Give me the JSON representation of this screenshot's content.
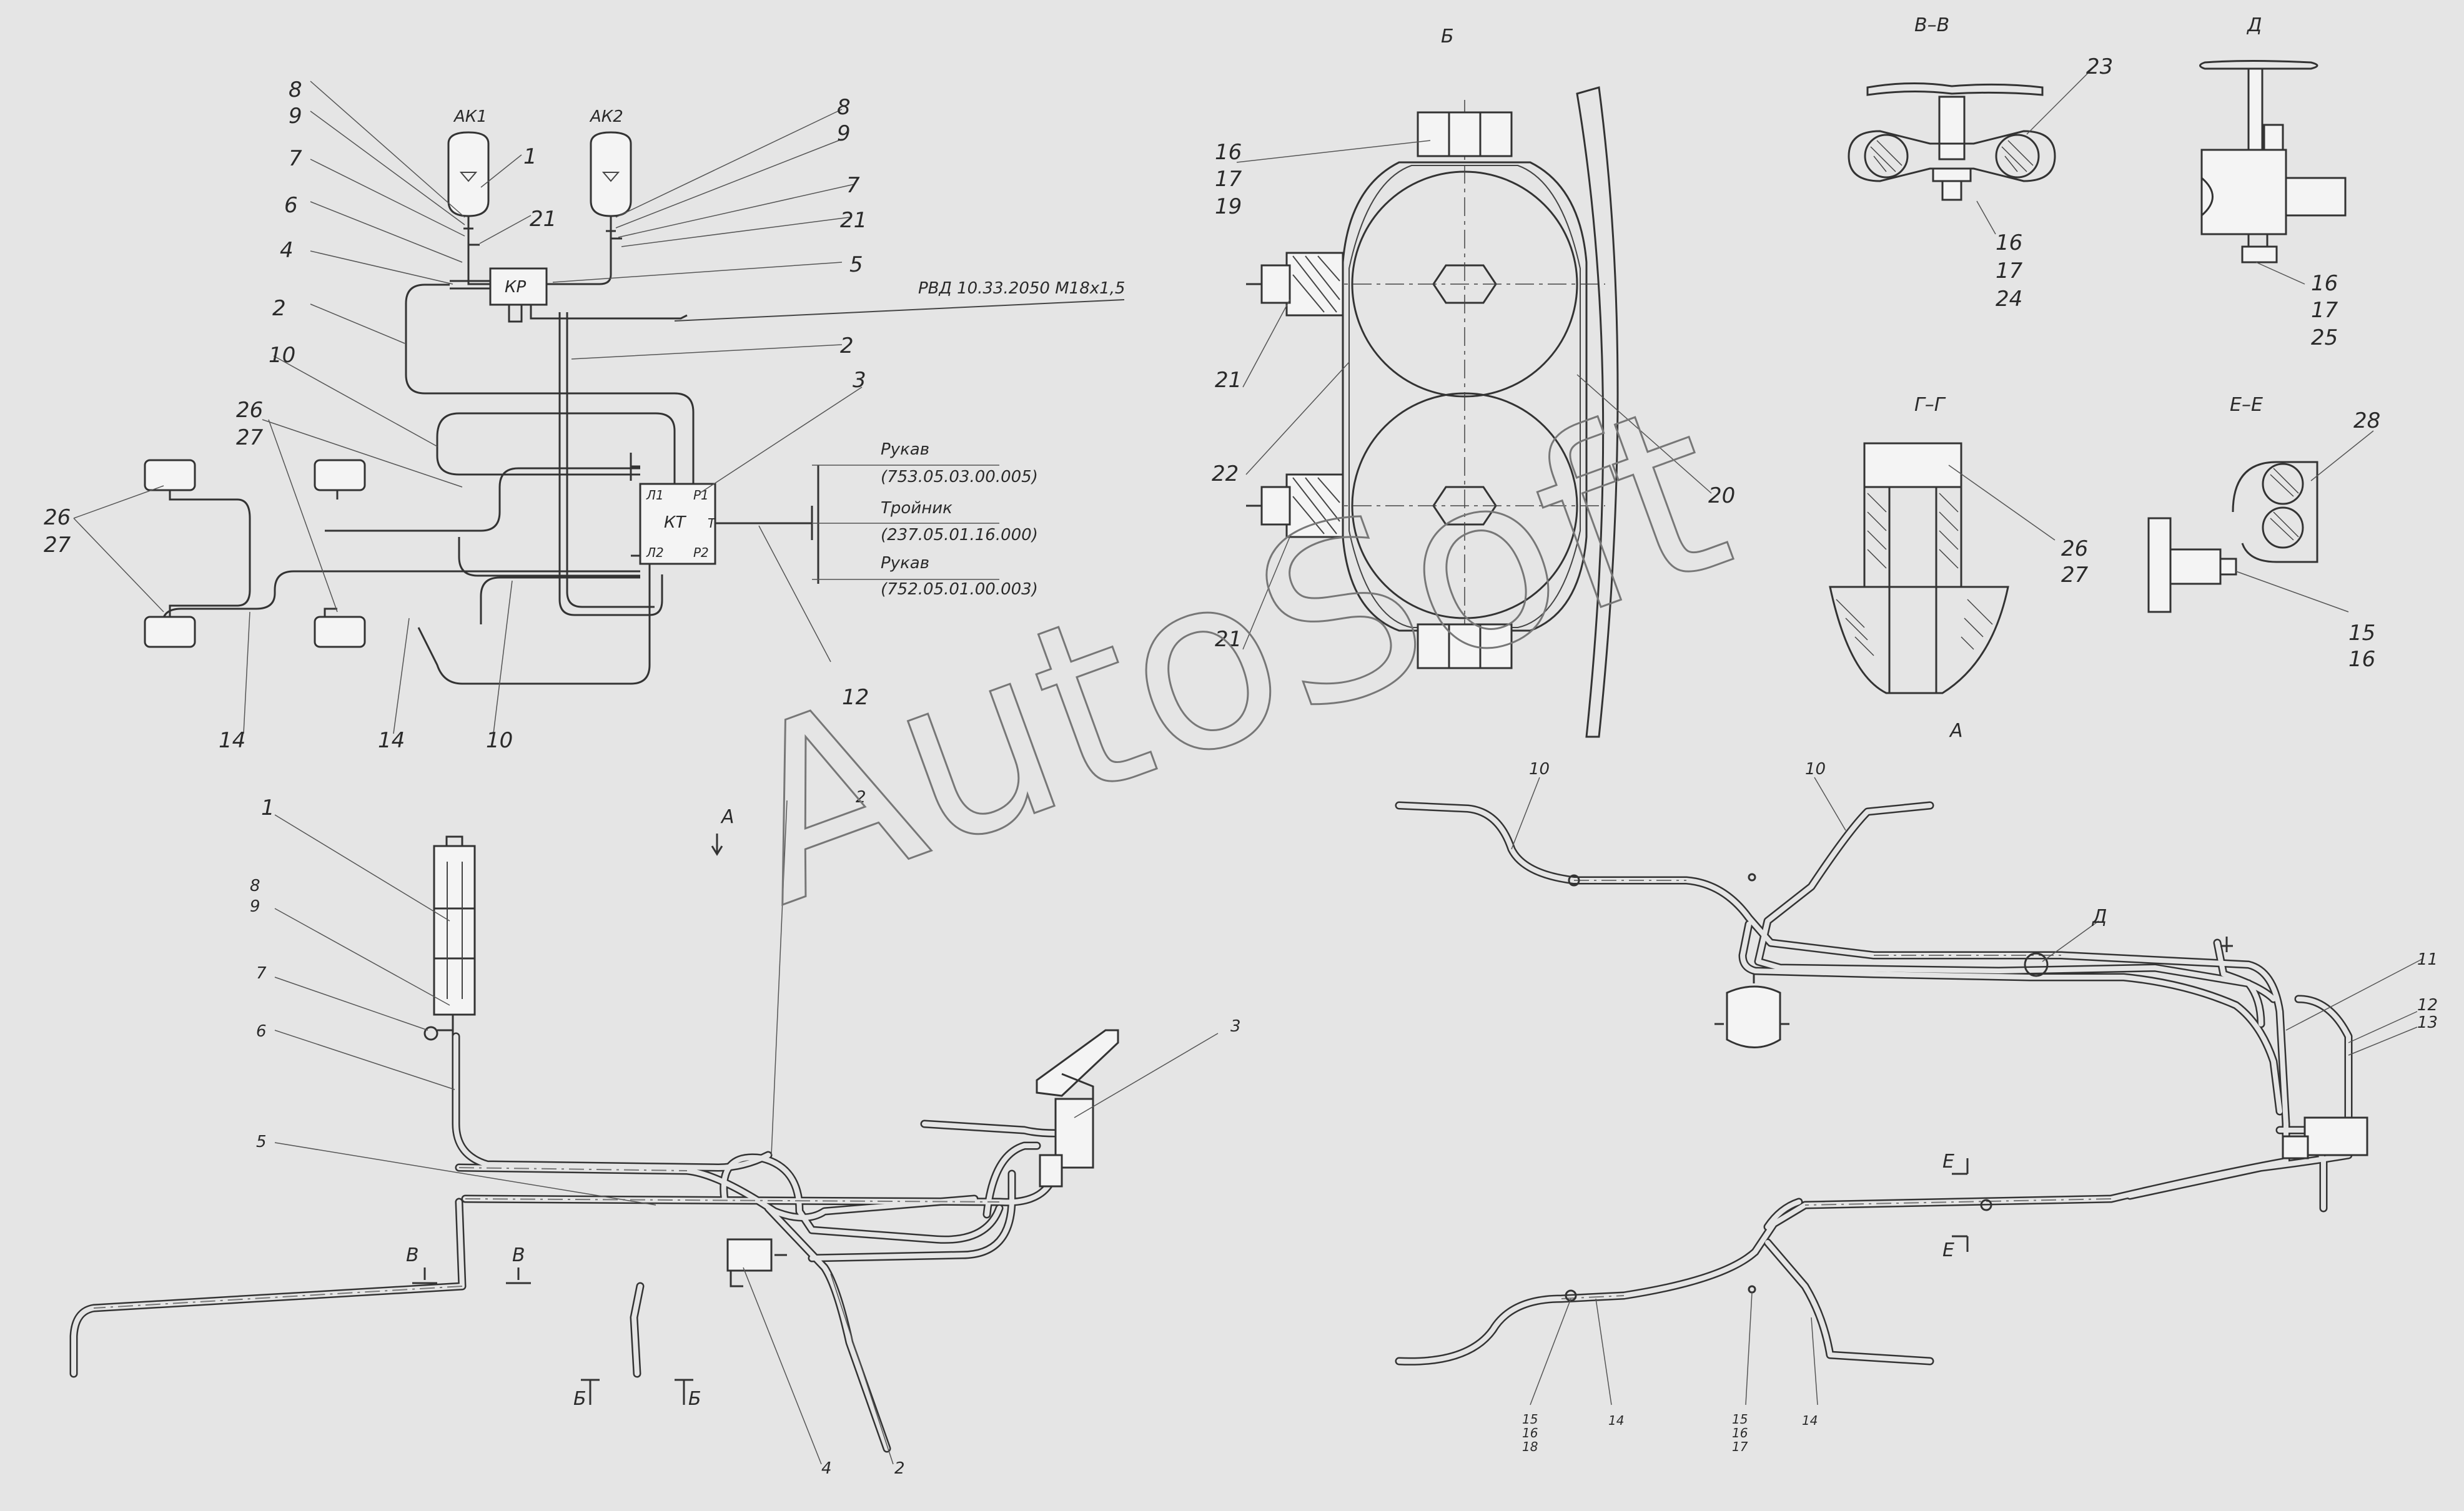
{
  "schema": {
    "accumulators": [
      "АК1",
      "АК2"
    ],
    "valve_kr": "КР",
    "valve_kt": "КТ",
    "kt_ports": [
      "Л1",
      "Р1",
      "Т",
      "Л2",
      "Р2"
    ],
    "rvd_label": "РВД 10.33.2050 М18х1,5",
    "callouts": [
      {
        "label": "Рукав",
        "code": "(753.05.03.00.005)"
      },
      {
        "label": "Тройник",
        "code": "(237.05.01.16.000)"
      },
      {
        "label": "Рукав",
        "code": "(752.05.01.00.003)"
      }
    ],
    "leaders": {
      "ak1_8": "8",
      "ak1_9": "9",
      "ak1_7": "7",
      "ak1_6": "6",
      "ak1_4": "4",
      "ak1_2": "2",
      "ak1_1": "1",
      "ak1_21": "21",
      "ak2_8": "8",
      "ak2_9": "9",
      "ak2_7": "7",
      "ak2_21": "21",
      "n5": "5",
      "n2b": "2",
      "n10": "10",
      "n26": "26",
      "n27": "27",
      "l26": "26",
      "l27": "27",
      "n3": "3",
      "n12": "12",
      "n14a": "14",
      "n14b": "14",
      "n10b": "10"
    }
  },
  "views": {
    "b": {
      "title": "Б",
      "n16": "16",
      "n17": "17",
      "n19": "19",
      "n21a": "21",
      "n22": "22",
      "n21b": "21",
      "n20": "20"
    },
    "vv": {
      "title": "В–В",
      "n23": "23",
      "n16": "16",
      "n17": "17",
      "n24": "24"
    },
    "d": {
      "title": "Д",
      "n16": "16",
      "n17": "17",
      "n25": "25"
    },
    "gg": {
      "title": "Г–Г",
      "n26": "26",
      "n27": "27",
      "caption": "А"
    },
    "ee": {
      "title": "Е–Е",
      "n28": "28",
      "n15": "15",
      "n16": "16"
    }
  },
  "side_view": {
    "arrow_a": "А",
    "n1": "1",
    "n8": "8",
    "n9": "9",
    "n7": "7",
    "n6": "6",
    "n5": "5",
    "n2": "2",
    "n3": "3",
    "n4": "4",
    "n2b": "2",
    "cut_v": "В",
    "cut_b": "Б"
  },
  "top_view": {
    "n10a": "10",
    "n10b": "10",
    "d": "Д",
    "n11": "11",
    "n12": "12",
    "n13": "13",
    "cut_e": "Е",
    "s1": "15",
    "s2": "16",
    "s3": "18",
    "n14a": "14",
    "t1": "15",
    "t2": "16",
    "t3": "17",
    "n14b": "14"
  },
  "watermark": "AutoSoft"
}
